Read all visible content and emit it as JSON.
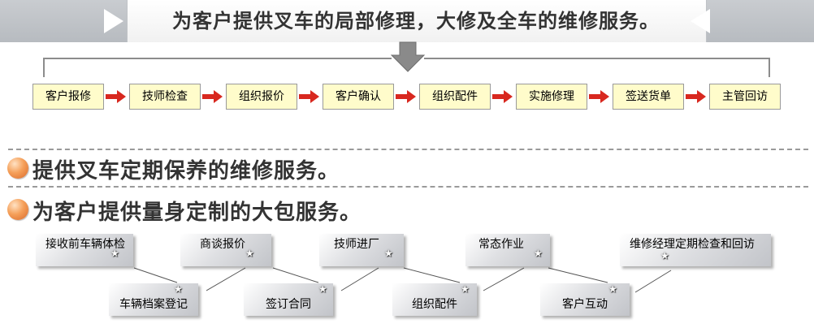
{
  "banner": {
    "title": "为客户提供叉车的局部修理，大修及全车的维修服务。"
  },
  "process_steps": [
    "客户报修",
    "技师检查",
    "组织报价",
    "客户确认",
    "组织配件",
    "实施修理",
    "签送货单",
    "主管回访"
  ],
  "services": [
    "提供叉车定期保养的维修服务。",
    "为客户提供量身定制的大包服务。"
  ],
  "package_top": [
    "接收前车辆体检",
    "商谈报价",
    "技师进厂",
    "常态作业",
    "维修经理定期检查和回访"
  ],
  "package_bottom": [
    "车辆档案登记",
    "签订合同",
    "组织配件",
    "客户互动"
  ],
  "colors": {
    "arrow_red": "#d8281f",
    "step_fill": "#fffccb",
    "bullet_orange": "#f5a05a"
  }
}
